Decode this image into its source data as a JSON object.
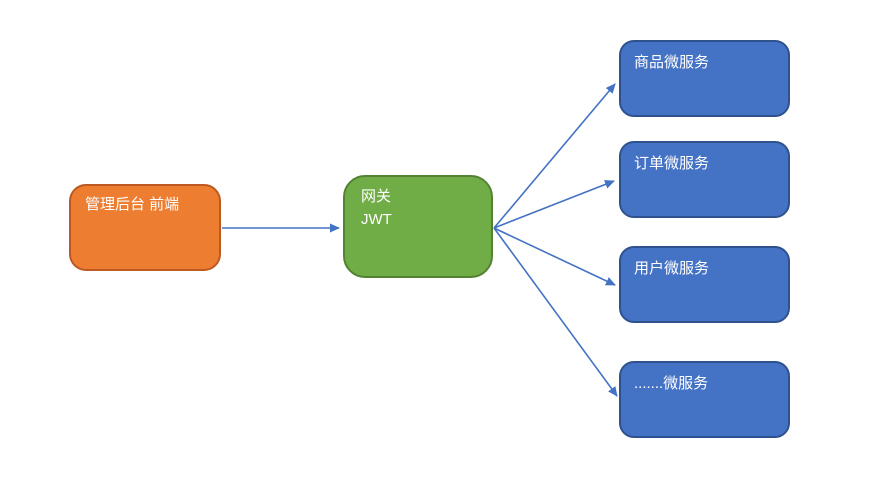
{
  "diagram": {
    "type": "flow-diagram",
    "background_color": "#FFFFFF",
    "text_color": "#FFFFFF",
    "arrow_color": "#4472C4",
    "nodes": {
      "frontend": {
        "label": "管理后台 前端",
        "fill": "#ED7D31",
        "border": "#BC5A21"
      },
      "gateway": {
        "title": "网关",
        "subtitle": "JWT",
        "fill": "#70AD47",
        "border": "#548235"
      },
      "services": [
        {
          "label": "商品微服务",
          "fill": "#4472C4",
          "border": "#2F528F"
        },
        {
          "label": "订单微服务",
          "fill": "#4472C4",
          "border": "#2F528F"
        },
        {
          "label": "用户微服务",
          "fill": "#4472C4",
          "border": "#2F528F"
        },
        {
          "label": ".......微服务",
          "fill": "#4472C4",
          "border": "#2F528F"
        }
      ]
    },
    "edges": [
      {
        "from": "frontend",
        "to": "gateway"
      },
      {
        "from": "gateway",
        "to": "service-products"
      },
      {
        "from": "gateway",
        "to": "service-orders"
      },
      {
        "from": "gateway",
        "to": "service-users"
      },
      {
        "from": "gateway",
        "to": "service-others"
      }
    ]
  }
}
